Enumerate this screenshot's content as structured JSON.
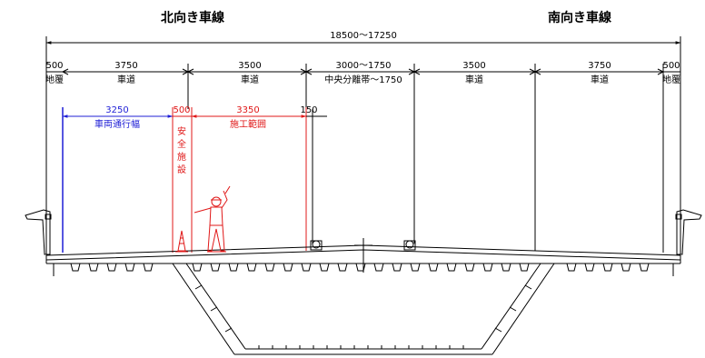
{
  "titles": {
    "north": "北向き車線",
    "south": "南向き車線"
  },
  "dimensions": {
    "overall": "18500〜17250",
    "row1_values": [
      "500",
      "3750",
      "3500",
      "3000〜1750",
      "3500",
      "3750",
      "500"
    ],
    "row1_labels": [
      "地覆",
      "車道",
      "車道",
      "中央分離帯〜1750",
      "車道",
      "車道",
      "地覆"
    ],
    "vehicle_width_value": "3250",
    "vehicle_width_label": "車両通行幅",
    "safety_value": "500",
    "safety_label": [
      "安",
      "全",
      "施",
      "設"
    ],
    "work_value": "3350",
    "work_label": "施工範囲",
    "gap_value": "150"
  },
  "colors": {
    "line": "#000000",
    "vehicle": "#1f1fd6",
    "work": "#e01818"
  }
}
